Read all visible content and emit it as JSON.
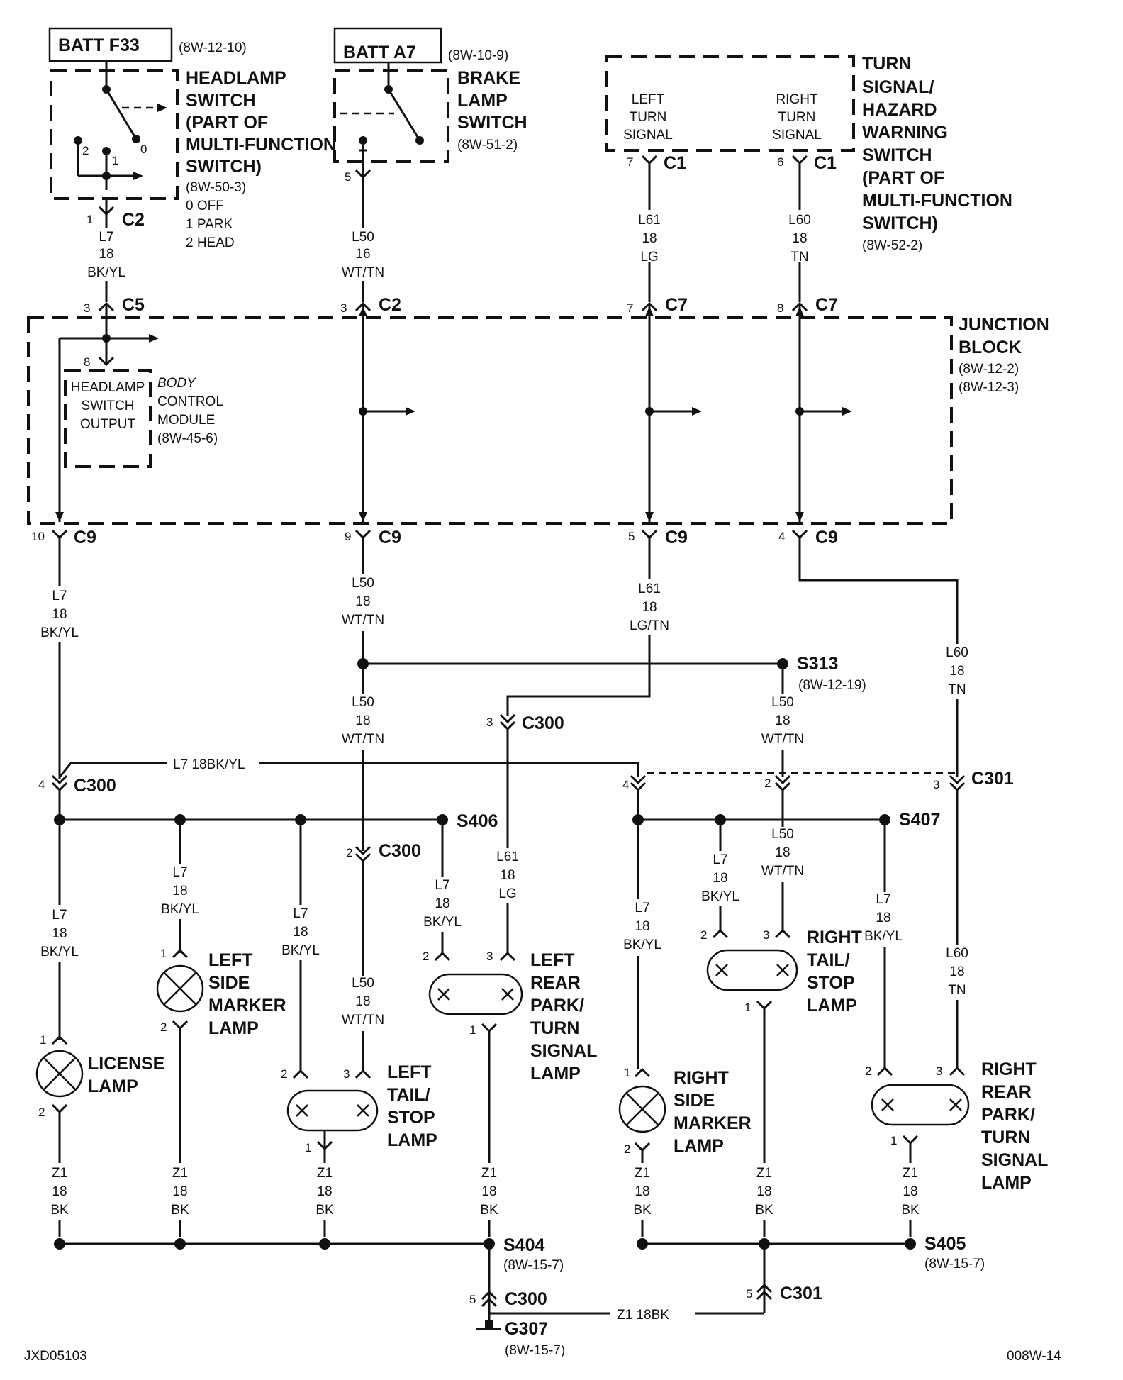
{
  "batteries": {
    "f33": {
      "name": "BATT F33",
      "ref": "(8W-12-10)"
    },
    "a7": {
      "name": "BATT A7",
      "ref": "(8W-10-9)"
    }
  },
  "headlamp_switch": {
    "title": [
      "HEADLAMP",
      "SWITCH",
      "(PART OF",
      "MULTI-FUNCTION",
      "SWITCH)"
    ],
    "ref": "(8W-50-3)",
    "positions": [
      "0 OFF",
      "1 PARK",
      "2 HEAD"
    ],
    "pos_labels": [
      "2",
      "1",
      "0"
    ]
  },
  "brake_switch": {
    "title": [
      "BRAKE",
      "LAMP",
      "SWITCH"
    ],
    "ref": "(8W-51-2)"
  },
  "turn_switch": {
    "left": [
      "LEFT",
      "TURN",
      "SIGNAL"
    ],
    "right": [
      "RIGHT",
      "TURN",
      "SIGNAL"
    ],
    "title": [
      "TURN",
      "SIGNAL/",
      "HAZARD",
      "WARNING",
      "SWITCH",
      "(PART OF",
      "MULTI-FUNCTION",
      "SWITCH)"
    ],
    "ref": "(8W-52-2)"
  },
  "junction_block": {
    "title": [
      "JUNCTION",
      "BLOCK"
    ],
    "refs": [
      "(8W-12-2)",
      "(8W-12-3)"
    ]
  },
  "bcm": {
    "box": [
      "HEADLAMP",
      "SWITCH",
      "OUTPUT"
    ],
    "title": [
      "BODY",
      "CONTROL",
      "MODULE"
    ],
    "ref": "(8W-45-6)"
  },
  "wires": {
    "l7": [
      "L7",
      "18",
      "BK/YL"
    ],
    "l50_16": [
      "L50",
      "16",
      "WT/TN"
    ],
    "l50": [
      "L50",
      "18",
      "WT/TN"
    ],
    "l61": [
      "L61",
      "18",
      "LG"
    ],
    "l61_tn": [
      "L61",
      "18",
      "LG/TN"
    ],
    "l60": [
      "L60",
      "18",
      "TN"
    ],
    "z1": [
      "Z1",
      "18",
      "BK"
    ],
    "l7_inline": "L7   18BK/YL",
    "z1_inline": "Z1   18BK"
  },
  "connectors": {
    "c1": "C1",
    "c2": "C2",
    "c5": "C5",
    "c7": "C7",
    "c9": "C9",
    "c300": "C300",
    "c301": "C301"
  },
  "pins": [
    "1",
    "2",
    "3",
    "4",
    "5",
    "6",
    "7",
    "8",
    "9",
    "10"
  ],
  "splices": {
    "s313": {
      "name": "S313",
      "ref": "(8W-12-19)"
    },
    "s406": {
      "name": "S406"
    },
    "s407": {
      "name": "S407"
    },
    "s404": {
      "name": "S404",
      "ref": "(8W-15-7)"
    },
    "s405": {
      "name": "S405",
      "ref": "(8W-15-7)"
    }
  },
  "ground": {
    "name": "G307",
    "ref": "(8W-15-7)"
  },
  "lamps": {
    "license": [
      "LICENSE",
      "LAMP"
    ],
    "left_side": [
      "LEFT",
      "SIDE",
      "MARKER",
      "LAMP"
    ],
    "left_tail": [
      "LEFT",
      "TAIL/",
      "STOP",
      "LAMP"
    ],
    "left_rear": [
      "LEFT",
      "REAR",
      "PARK/",
      "TURN",
      "SIGNAL",
      "LAMP"
    ],
    "right_side": [
      "RIGHT",
      "SIDE",
      "MARKER",
      "LAMP"
    ],
    "right_tail": [
      "RIGHT",
      "TAIL/",
      "STOP",
      "LAMP"
    ],
    "right_rear": [
      "RIGHT",
      "REAR",
      "PARK/",
      "TURN",
      "SIGNAL",
      "LAMP"
    ]
  },
  "footer": {
    "left": "JXD05103",
    "right": "008W-14"
  }
}
